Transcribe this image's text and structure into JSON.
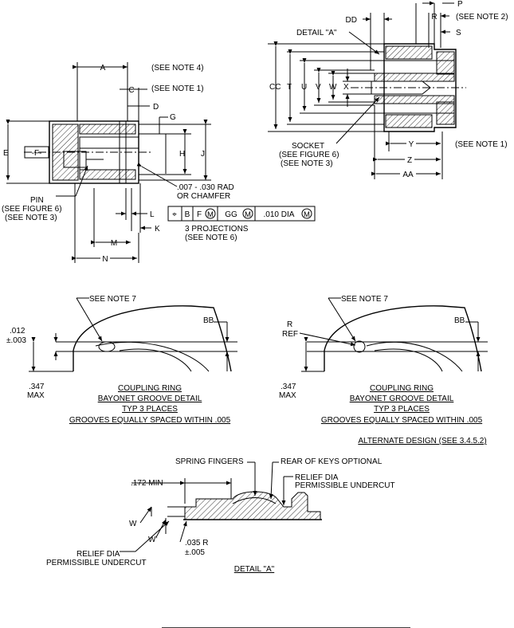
{
  "top_left_view": {
    "dims": {
      "A": "A",
      "see_note_4": "(SEE NOTE 4)",
      "C": "C",
      "see_note_1": "(SEE NOTE 1)",
      "D": "D",
      "G": "G",
      "E": "E",
      "F": "-F-",
      "H": "H",
      "J": "J",
      "L": "L",
      "K": "K",
      "M": "M",
      "N": "N"
    },
    "rad_label_1": ".007 - .030 RAD",
    "rad_label_2": "OR CHAMFER",
    "pin_1": "PIN",
    "pin_2": "(SEE FIGURE 6)",
    "pin_3": "(SEE NOTE 3)",
    "fcf": {
      "symbol": "⌖",
      "b": "B",
      "f": "F",
      "m": "M",
      "gg": "GG",
      "dia": ".010 DIA"
    },
    "proj_1": "3 PROJECTIONS",
    "proj_2": "(SEE NOTE 6)"
  },
  "top_right_view": {
    "dims": {
      "P": "P",
      "DD": "DD",
      "R": "R",
      "see_note_2": "(SEE NOTE 2)",
      "S": "S",
      "detail_a": "DETAIL \"A\"",
      "CC": "CC",
      "T": "T",
      "U": "U",
      "V": "V",
      "W": "W",
      "X": "X",
      "Y": "Y",
      "see_note_1": "(SEE NOTE 1)",
      "Z": "Z",
      "AA": "AA"
    },
    "socket_1": "SOCKET",
    "socket_2": "(SEE FIGURE 6)",
    "socket_3": "(SEE NOTE 3)"
  },
  "groove_left": {
    "see_note_7": "SEE NOTE 7",
    "dim_top": ".012",
    "dim_tol": "±.003",
    "bb": "BB",
    "max_1": ".347",
    "max_2": "MAX",
    "cap_1": "COUPLING RING",
    "cap_2": "BAYONET GROOVE DETAIL",
    "cap_3": "TYP 3 PLACES",
    "cap_4": "GROOVES EQUALLY SPACED WITHIN .005"
  },
  "groove_right": {
    "see_note_7": "SEE NOTE 7",
    "r": "R",
    "ref": "REF",
    "bb": "BB",
    "max_1": ".347",
    "max_2": "MAX",
    "cap_1": "COUPLING RING",
    "cap_2": "BAYONET GROOVE DETAIL",
    "cap_3": "TYP 3 PLACES",
    "cap_4": "GROOVES EQUALLY SPACED WITHIN .005",
    "alt": "ALTERNATE DESIGN (SEE 3.4.5.2)"
  },
  "detail_a": {
    "spring": "SPRING FINGERS",
    "rear_keys": "REAR OF KEYS OPTIONAL",
    "relief_1": "RELIEF DIA",
    "relief_2": "PERMISSIBLE UNDERCUT",
    "min": ".172 MIN",
    "w": "W",
    "w_prime": "W'",
    "r_dim": ".035  R",
    "r_tol": "±.005",
    "relief_b1": "RELIEF DIA",
    "relief_b2": "PERMISSIBLE UNDERCUT",
    "title": "DETAIL \"A\""
  }
}
